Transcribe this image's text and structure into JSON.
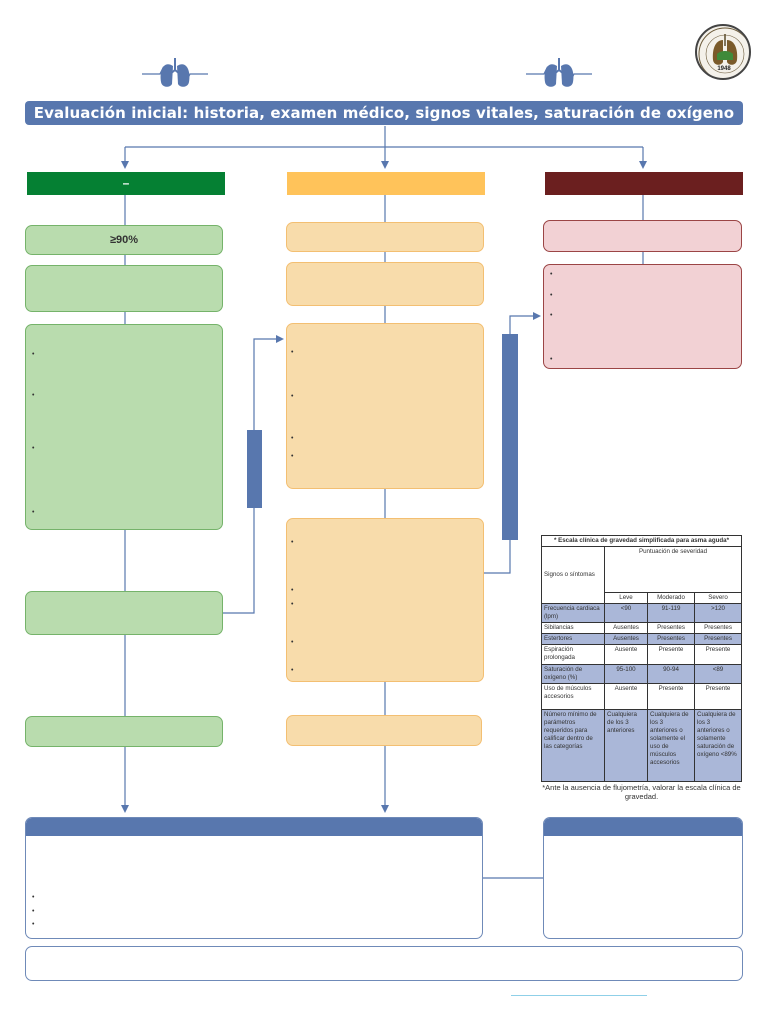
{
  "header": {
    "title": "Evaluación inicial: historia, examen médico, signos vitales, saturación de oxígeno"
  },
  "columns": {
    "mild": {
      "header_text": "–",
      "saturation_text": "≥90%"
    }
  },
  "severity_table": {
    "title": "* Escala clínica de gravedad simplificada para asma aguda*",
    "col_signs": "Signos o síntomas",
    "col_score": "Puntuación de severidad",
    "levels": [
      "Leve",
      "Moderado",
      "Severo"
    ],
    "rows": [
      {
        "label": "Frecuencia cardiaca (lpm)",
        "values": [
          "<90",
          "91-119",
          ">120"
        ],
        "shaded": true
      },
      {
        "label": "Sibilancias",
        "values": [
          "Ausentes",
          "Presentes",
          "Presentes"
        ],
        "shaded": false
      },
      {
        "label": "Estertores",
        "values": [
          "Ausentes",
          "Presentes",
          "Presentes"
        ],
        "shaded": true
      },
      {
        "label": "Espiración prolongada",
        "values": [
          "Ausente",
          "Presente",
          "Presente"
        ],
        "shaded": false
      },
      {
        "label": "Saturación de oxígeno (%)",
        "values": [
          "95-100",
          "90-94",
          "<89"
        ],
        "shaded": true
      },
      {
        "label": "Uso de músculos accesorios",
        "values": [
          "Ausente",
          "Presente",
          "Presente"
        ],
        "shaded": false
      },
      {
        "label": "Número mínimo de parámetros requeridos para calificar dentro de las categorías",
        "values": [
          "Cualquiera de los 3 anteriores",
          "Cualquiera de los 3 anteriores o solamente el uso de músculos accesorios",
          "Cualquiera de los 3 anteriores o solamente saturación de oxígeno <89%"
        ],
        "shaded": true
      }
    ],
    "footnote": "*Ante la ausencia de flujometría, valorar la escala clínica de gravedad."
  },
  "logo": {
    "year": "1948"
  },
  "colors": {
    "accent": "#5877ae",
    "green": "#058033",
    "yellow": "#ffc35a",
    "red": "#6b1f1f"
  }
}
